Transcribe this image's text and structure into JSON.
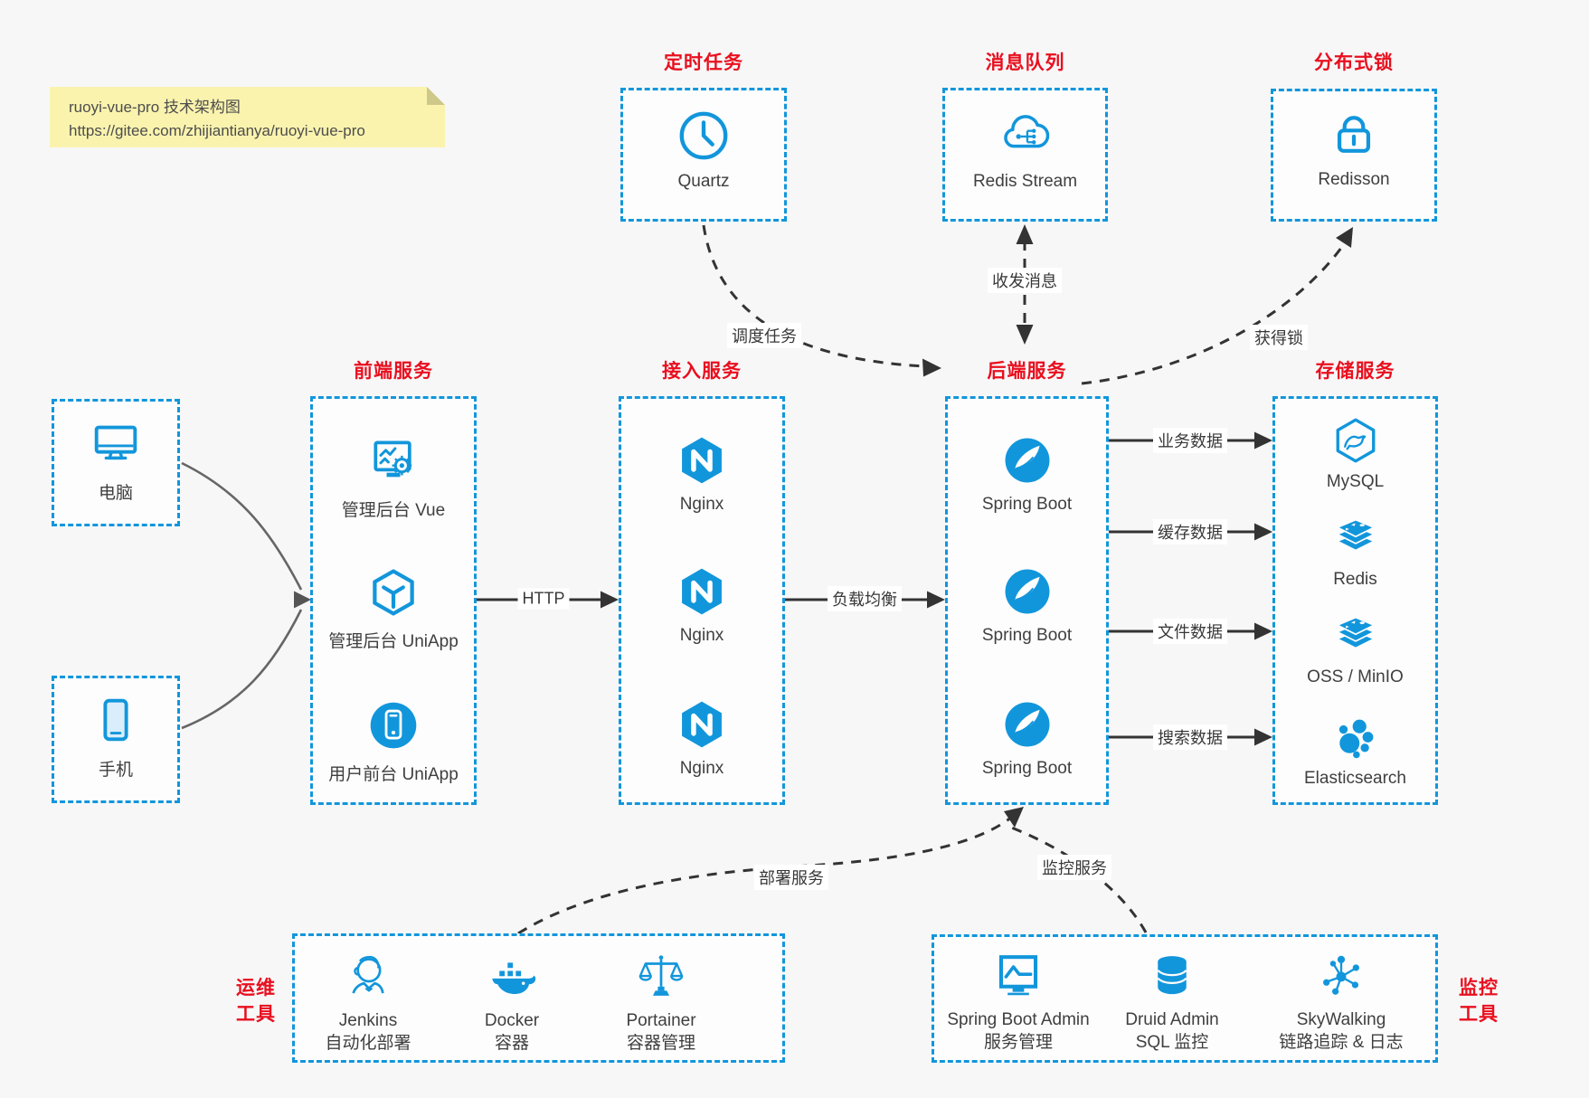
{
  "note": {
    "line1": "ruoyi-vue-pro 技术架构图",
    "line2": "https://gitee.com/zhijiantianya/ruoyi-vue-pro"
  },
  "top": {
    "scheduler": {
      "title": "定时任务",
      "item": "Quartz"
    },
    "mq": {
      "title": "消息队列",
      "item": "Redis Stream"
    },
    "lock": {
      "title": "分布式锁",
      "item": "Redisson"
    }
  },
  "clients": {
    "computer": "电脑",
    "phone": "手机"
  },
  "frontend": {
    "title": "前端服务",
    "items": [
      "管理后台 Vue",
      "管理后台 UniApp",
      "用户前台 UniApp"
    ]
  },
  "gateway": {
    "title": "接入服务",
    "items": [
      "Nginx",
      "Nginx",
      "Nginx"
    ]
  },
  "backend": {
    "title": "后端服务",
    "items": [
      "Spring Boot",
      "Spring Boot",
      "Spring Boot"
    ]
  },
  "storage": {
    "title": "存储服务",
    "items": [
      "MySQL",
      "Redis",
      "OSS / MinIO",
      "Elasticsearch"
    ]
  },
  "ops": {
    "title": [
      "运维",
      "工具"
    ],
    "items": [
      {
        "name": "Jenkins",
        "desc": "自动化部署"
      },
      {
        "name": "Docker",
        "desc": "容器"
      },
      {
        "name": "Portainer",
        "desc": "容器管理"
      }
    ]
  },
  "monitoring": {
    "title": [
      "监控",
      "工具"
    ],
    "items": [
      {
        "name": "Spring Boot Admin",
        "desc": "服务管理"
      },
      {
        "name": "Druid Admin",
        "desc": "SQL 监控"
      },
      {
        "name": "SkyWalking",
        "desc": "链路追踪 & 日志"
      }
    ]
  },
  "edges": {
    "http": "HTTP",
    "load_balance": "负载均衡",
    "schedule": "调度任务",
    "message": "收发消息",
    "lock": "获得锁",
    "business_data": "业务数据",
    "cache_data": "缓存数据",
    "file_data": "文件数据",
    "search_data": "搜索数据",
    "deploy": "部署服务",
    "monitor": "监控服务"
  },
  "colors": {
    "accent_blue": "#1296db",
    "title_red": "#e90f1e",
    "arrow_dark": "#333333",
    "note_bg": "#faf3ae",
    "page_bg": "#f7f7f8"
  }
}
